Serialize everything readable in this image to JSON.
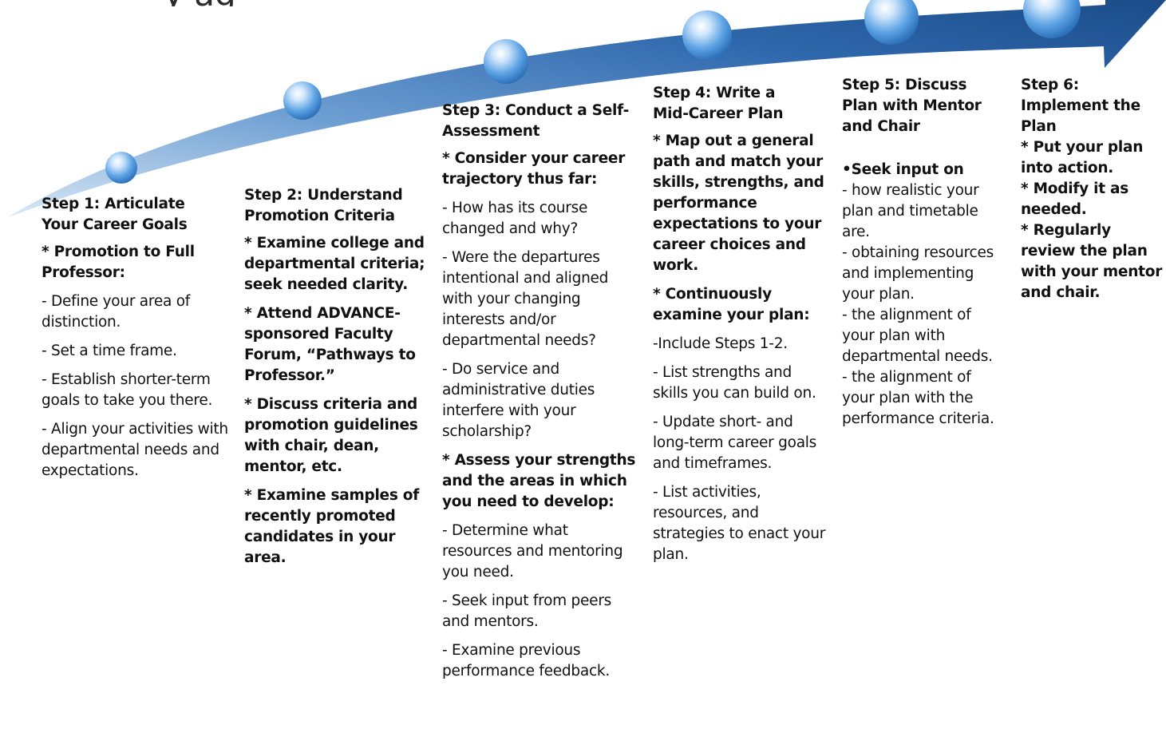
{
  "title_fragment": "y ag",
  "colors": {
    "arrow_light": "#c5dcf1",
    "arrow_mid": "#3d7cc0",
    "arrow_dark": "#1d4f8c",
    "bubble": "#6fb0e8"
  },
  "steps": [
    {
      "heading": [
        "Step 1: Articulate",
        "Your Career Goals"
      ],
      "items": [
        {
          "bold": true,
          "text": "* Promotion to Full Professor:"
        },
        {
          "bold": false,
          "text": "- Define your area of distinction."
        },
        {
          "bold": false,
          "text": "- Set a time frame."
        },
        {
          "bold": false,
          "text": "- Establish shorter-term goals to take you there."
        },
        {
          "bold": false,
          "text": "- Align your activities with departmental needs and expectations."
        }
      ]
    },
    {
      "heading": [
        "Step 2: Understand",
        "Promotion Criteria"
      ],
      "items": [
        {
          "bold": true,
          "text": "* Examine college and departmental criteria; seek needed clarity."
        },
        {
          "bold": true,
          "text": "* Attend ADVANCE-sponsored Faculty Forum, “Pathways to Professor.”"
        },
        {
          "bold": true,
          "text": "* Discuss criteria and promotion guidelines with chair, dean, mentor, etc."
        },
        {
          "bold": true,
          "text": "* Examine samples of recently promoted candidates in your area."
        }
      ]
    },
    {
      "heading": [
        "Step 3: Conduct a Self-",
        "Assessment"
      ],
      "items": [
        {
          "bold": true,
          "text": "* Consider your career trajectory thus far:"
        },
        {
          "bold": false,
          "text": "- How has its course changed and why?"
        },
        {
          "bold": false,
          "text": "- Were the departures intentional and aligned with your changing interests and/or departmental needs?"
        },
        {
          "bold": false,
          "text": "- Do service and administrative duties interfere with  your scholarship?"
        },
        {
          "bold": true,
          "text": "* Assess your strengths and the areas in which you need to develop:"
        },
        {
          "bold": false,
          "text": "- Determine what resources and mentoring you need."
        },
        {
          "bold": false,
          "text": "- Seek input from peers and mentors."
        },
        {
          "bold": false,
          "text": "- Examine previous performance feedback."
        }
      ]
    },
    {
      "heading": [
        "Step 4: Write a",
        "Mid-Career Plan"
      ],
      "items": [
        {
          "bold": true,
          "text": "* Map out a general path and match your skills, strengths,  and performance expectations to your career choices and work."
        },
        {
          "bold": true,
          "text": "* Continuously examine your plan:"
        },
        {
          "bold": false,
          "text": "-Include Steps 1-2."
        },
        {
          "bold": false,
          "text": "- List strengths and skills you can build on."
        },
        {
          "bold": false,
          "text": "- Update short- and long-term career goals and timeframes."
        },
        {
          "bold": false,
          "text": "- List activities, resources,  and strategies to enact your plan."
        }
      ]
    },
    {
      "heading": [
        "Step 5: Discuss",
        "Plan with Mentor",
        "and Chair"
      ],
      "items": [
        {
          "bold": true,
          "text": "•Seek input on"
        },
        {
          "bold": false,
          "text": "- how realistic your plan and timetable are."
        },
        {
          "bold": false,
          "text": " - obtaining resources and implementing your plan."
        },
        {
          "bold": false,
          "text": "- the alignment of your plan with departmental needs."
        },
        {
          "bold": false,
          "text": "- the alignment of your plan with the performance criteria."
        }
      ]
    },
    {
      "heading": [
        "Step 6:",
        "Implement the",
        "Plan"
      ],
      "items": [
        {
          "bold": true,
          "text": "* Put your plan into action."
        },
        {
          "bold": true,
          "text": "* Modify it as needed."
        },
        {
          "bold": true,
          "text": "* Regularly review the plan with your mentor and chair."
        }
      ]
    }
  ]
}
